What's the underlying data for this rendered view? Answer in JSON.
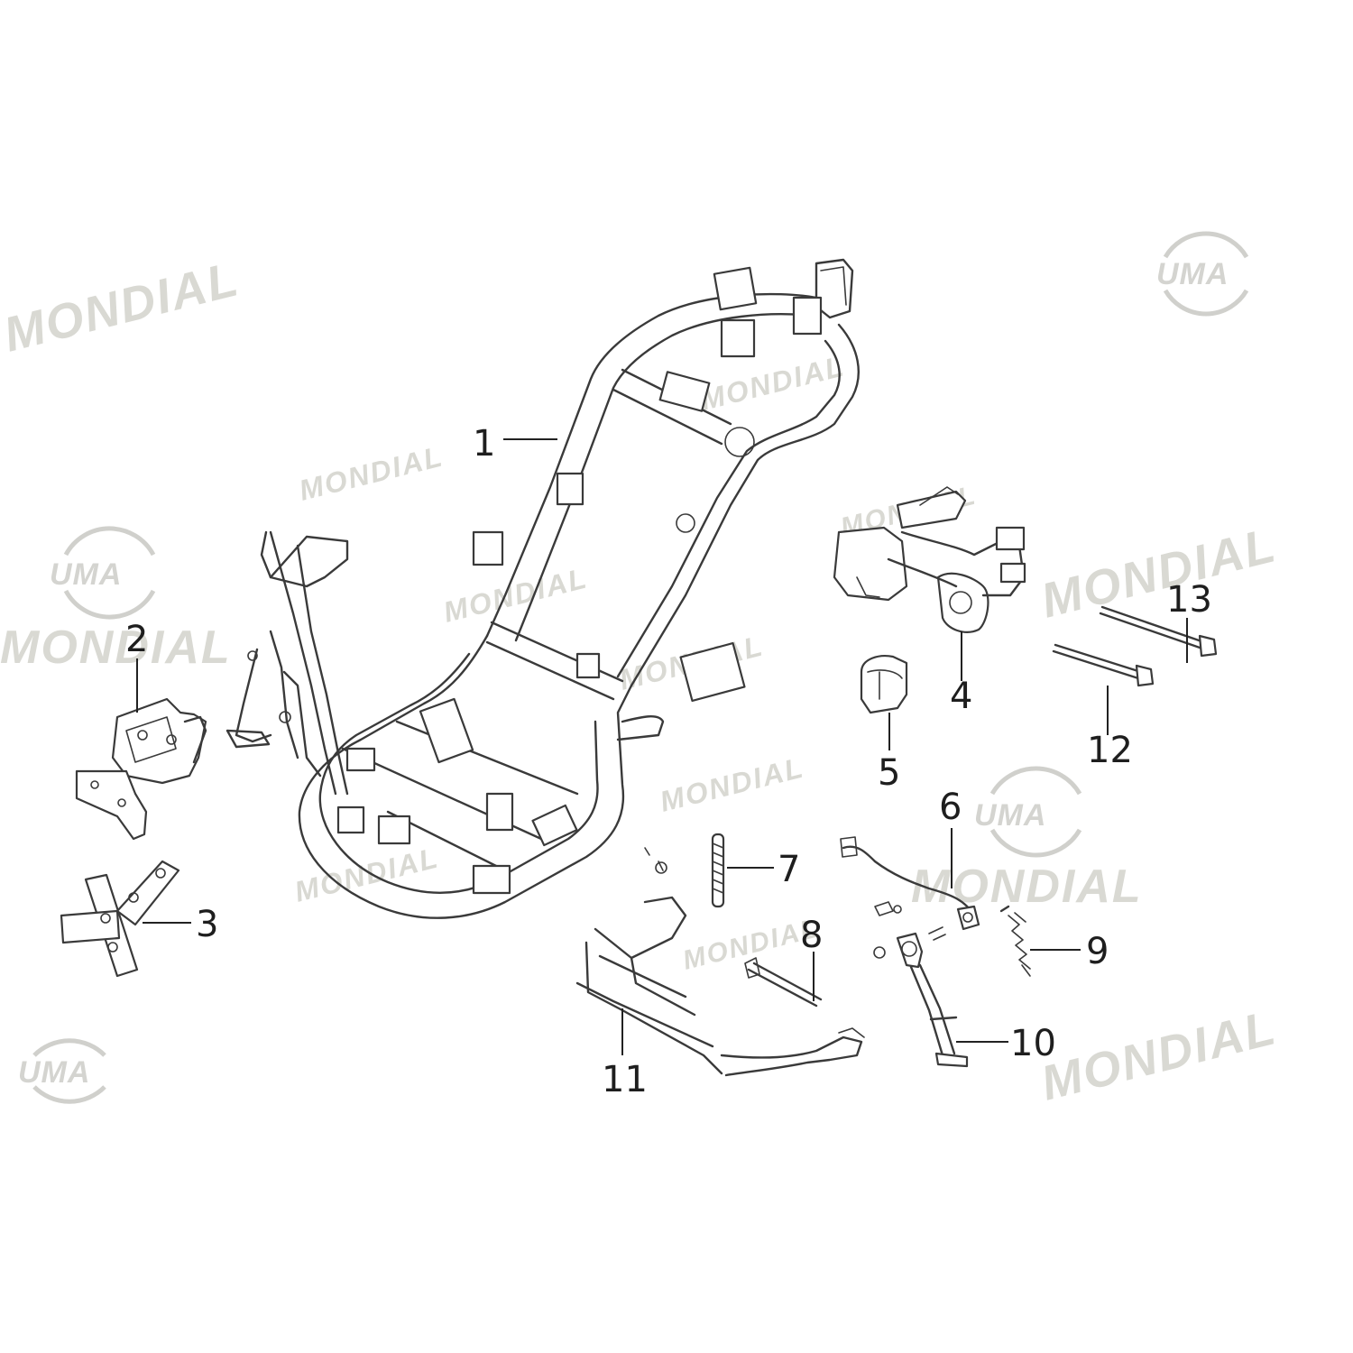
{
  "watermarks": {
    "mondial_text": "MONDIAL",
    "uma_text": "UMA"
  },
  "callouts": [
    {
      "id": 1,
      "label": "1"
    },
    {
      "id": 2,
      "label": "2"
    },
    {
      "id": 3,
      "label": "3"
    },
    {
      "id": 4,
      "label": "4"
    },
    {
      "id": 5,
      "label": "5"
    },
    {
      "id": 6,
      "label": "6"
    },
    {
      "id": 7,
      "label": "7"
    },
    {
      "id": 8,
      "label": "8"
    },
    {
      "id": 9,
      "label": "9"
    },
    {
      "id": 10,
      "label": "10"
    },
    {
      "id": 11,
      "label": "11"
    },
    {
      "id": 12,
      "label": "12"
    },
    {
      "id": 13,
      "label": "13"
    }
  ],
  "colors": {
    "line_art": "#3a3a3a",
    "watermark": "#d9d9d3",
    "background": "#ffffff"
  }
}
